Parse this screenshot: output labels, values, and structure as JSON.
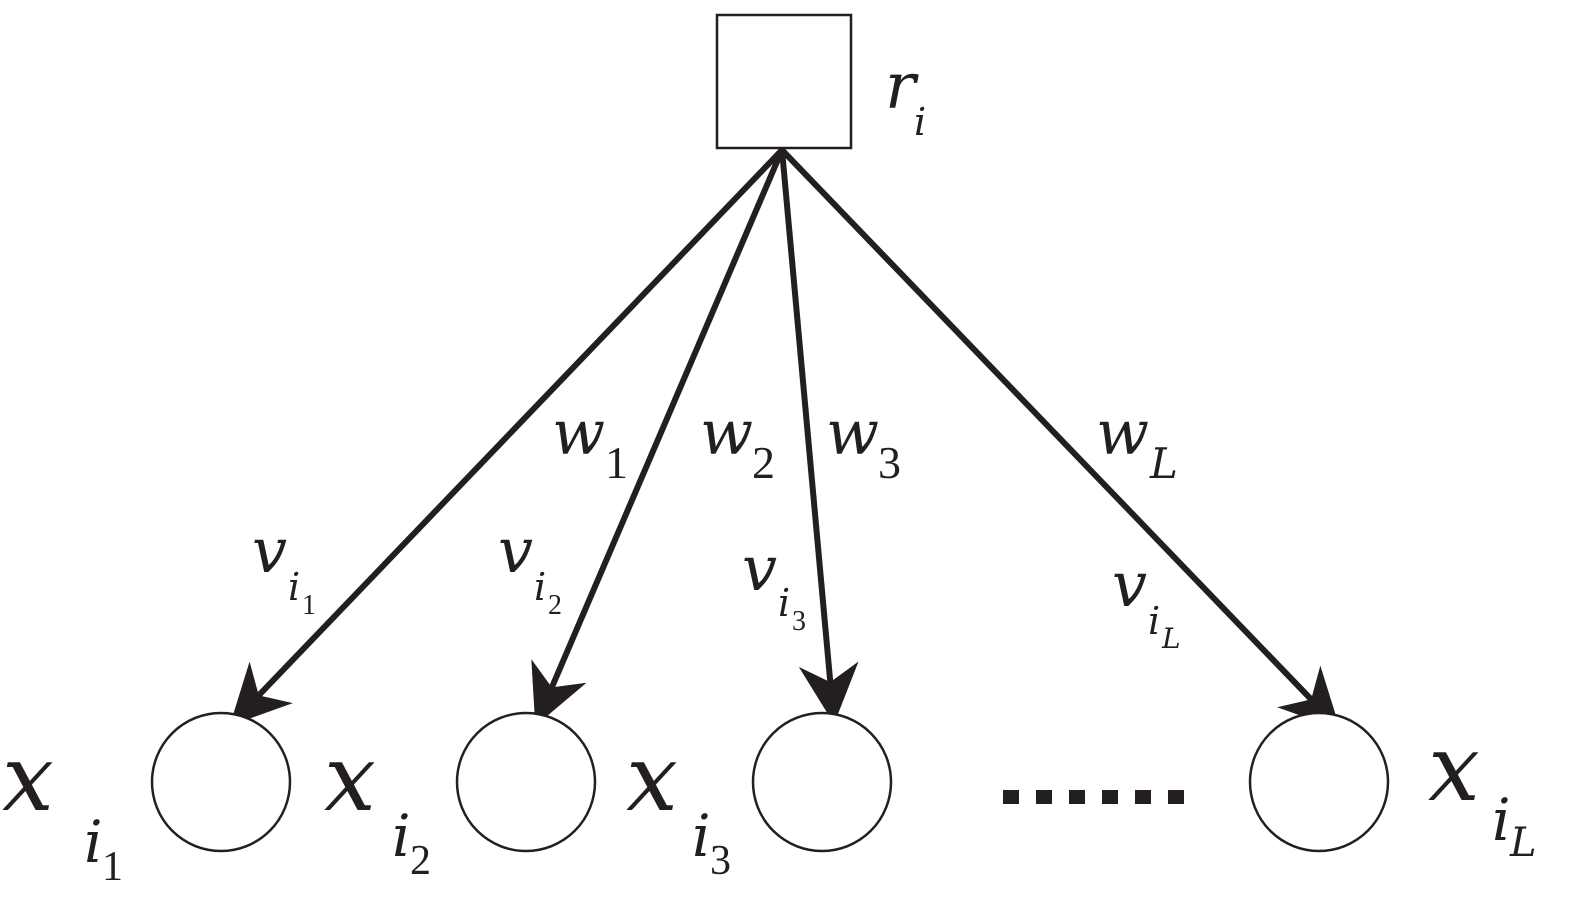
{
  "root": {
    "symbol": "r",
    "index": "i"
  },
  "edges": [
    {
      "weight": "w",
      "weight_index": "1",
      "vlabel": "v",
      "vlabel_index": "i",
      "vlabel_subindex": "1"
    },
    {
      "weight": "w",
      "weight_index": "2",
      "vlabel": "v",
      "vlabel_index": "i",
      "vlabel_subindex": "2"
    },
    {
      "weight": "w",
      "weight_index": "3",
      "vlabel": "v",
      "vlabel_index": "i",
      "vlabel_subindex": "3"
    },
    {
      "weight": "w",
      "weight_index": "L",
      "vlabel": "v",
      "vlabel_index": "i",
      "vlabel_subindex": "L"
    }
  ],
  "nodes": [
    {
      "symbol": "x",
      "index": "i",
      "subindex": "1"
    },
    {
      "symbol": "x",
      "index": "i",
      "subindex": "2"
    },
    {
      "symbol": "x",
      "index": "i",
      "subindex": "3"
    },
    {
      "symbol": "x",
      "index": "i",
      "subindex": "L"
    }
  ]
}
